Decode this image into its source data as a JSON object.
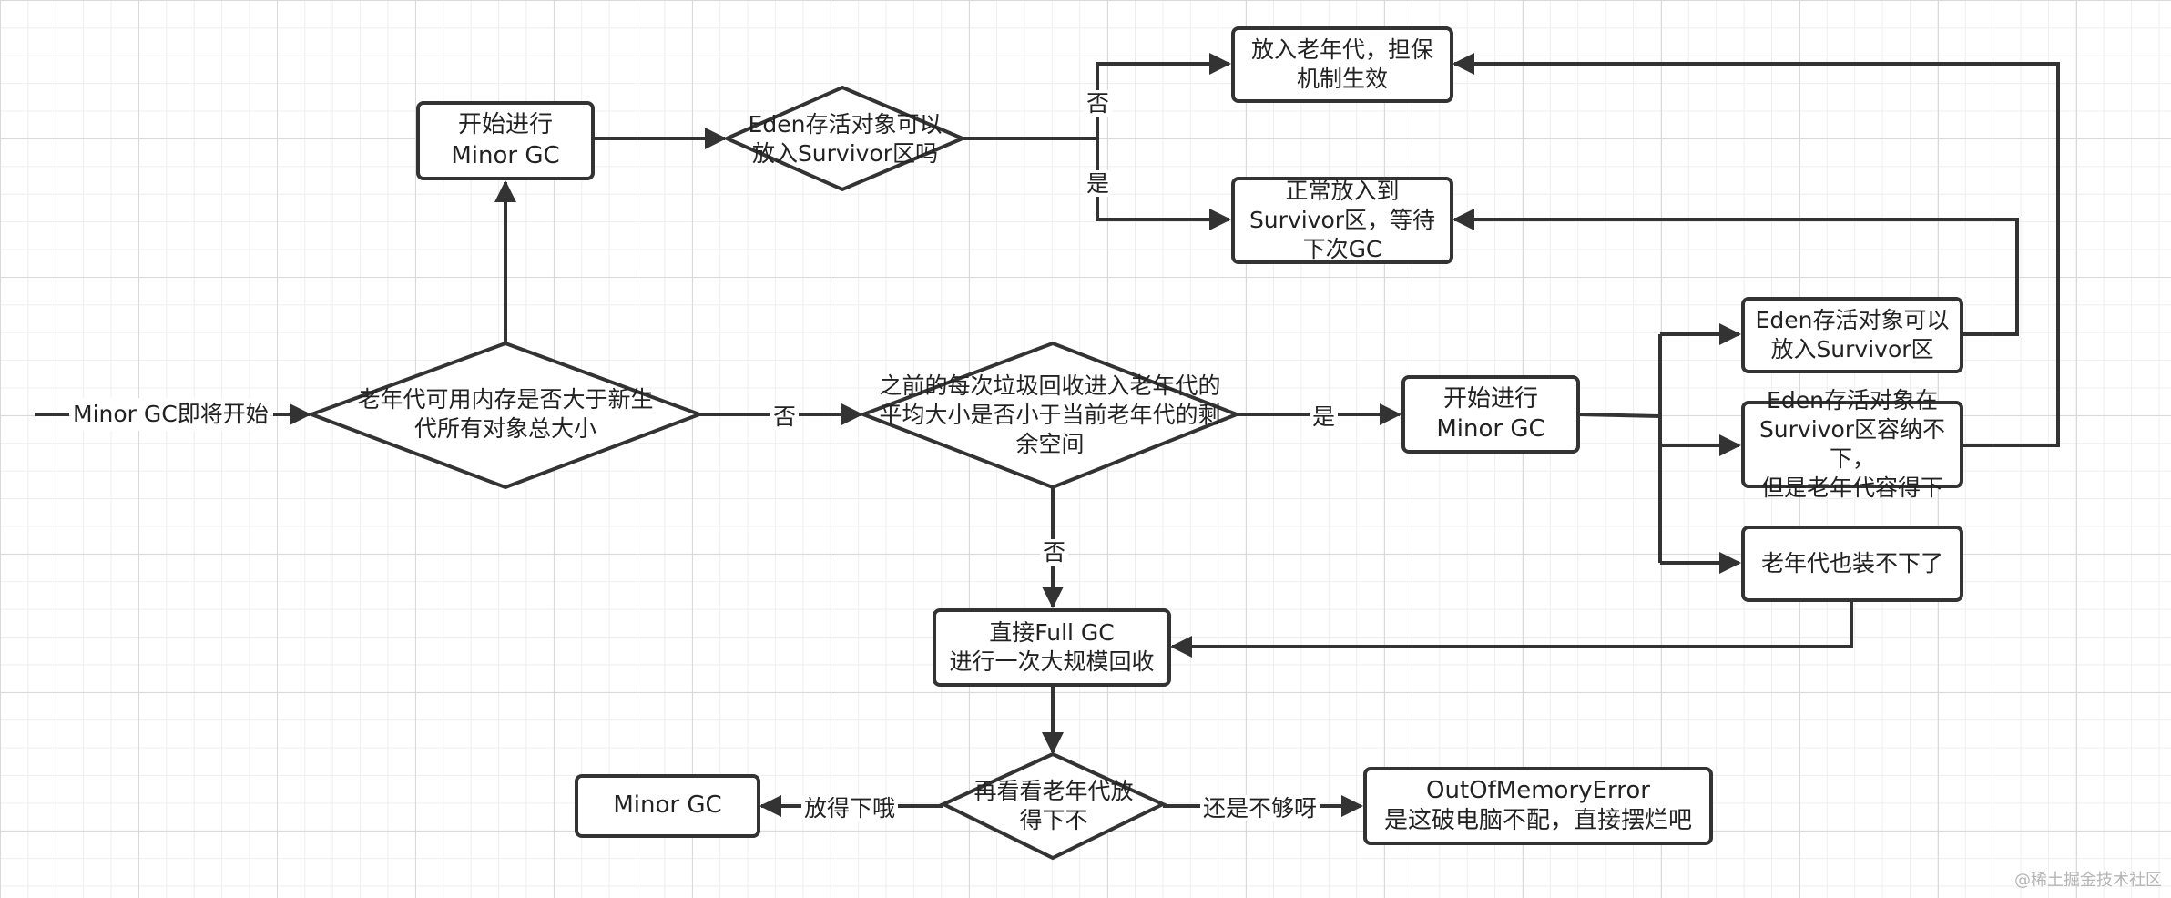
{
  "start": {
    "label": "Minor GC即将开始"
  },
  "decisions": {
    "old_vs_young": {
      "lines": [
        "老年代可用内存是否大于新生",
        "代所有对象总大小"
      ]
    },
    "avg_promotion": {
      "lines": [
        "之前的每次垃圾回收进入老年代的",
        "平均大小是否小于当前老年代的剩",
        "余空间"
      ]
    },
    "eden_fits_survivor": {
      "lines": [
        "Eden存活对象可以",
        "放入Survivor区吗"
      ]
    },
    "old_fits_after_full": {
      "lines": [
        "再看看老年代放",
        "得下不"
      ]
    }
  },
  "processes": {
    "start_minor_gc_top": {
      "lines": [
        "开始进行",
        "Minor GC"
      ]
    },
    "start_minor_gc_mid": {
      "lines": [
        "开始进行",
        "Minor GC"
      ]
    },
    "into_old_guarantee": {
      "lines": [
        "放入老年代，担保",
        "机制生效"
      ]
    },
    "into_survivor": {
      "lines": [
        "正常放入到",
        "Survivor区，等待",
        "下次GC"
      ]
    },
    "outcome_survivor": {
      "lines": [
        "Eden存活对象可以",
        "放入Survivor区"
      ]
    },
    "outcome_old": {
      "lines": [
        "Eden存活对象在",
        "Survivor区容纳不下，",
        "但是老年代容得下"
      ]
    },
    "outcome_none": {
      "lines": [
        "老年代也装不下了"
      ]
    },
    "full_gc": {
      "lines": [
        "直接Full GC",
        "进行一次大规模回收"
      ]
    },
    "minor_gc_final": {
      "lines": [
        "Minor GC"
      ]
    },
    "oom": {
      "lines": [
        "OutOfMemoryError",
        "是这破电脑不配，直接摆烂吧"
      ]
    }
  },
  "edge_labels": {
    "no_1": "否",
    "no_2": "否",
    "yes_1": "是",
    "no_3": "否",
    "yes_2": "是",
    "fits": "放得下哦",
    "not_enough": "还是不够呀"
  },
  "watermark": "@稀土掘金技术社区",
  "colors": {
    "stroke": "#333333",
    "grid": "#d9d9d9",
    "background": "#ffffff"
  }
}
